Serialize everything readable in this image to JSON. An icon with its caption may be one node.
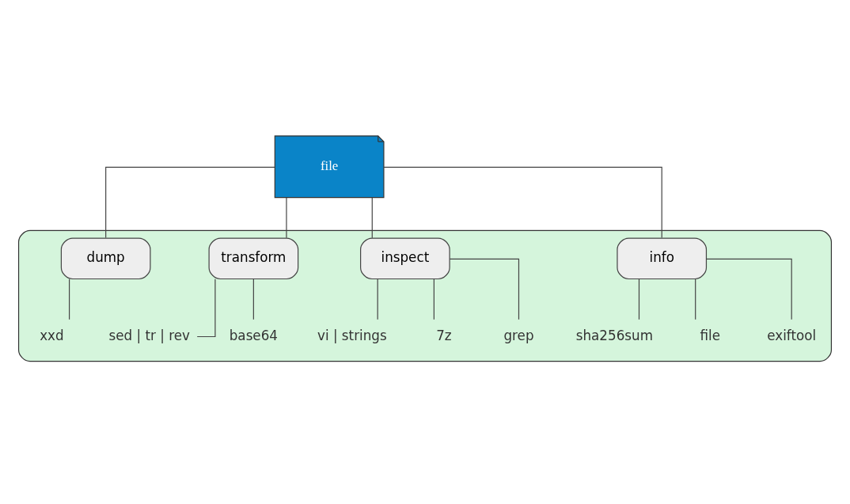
{
  "diagram": {
    "nodes": [
      {
        "text": [
          "file"
        ]
      },
      {
        "text": [],
        "shape": "box"
      },
      {
        "text": [
          "info"
        ],
        "in": 1
      },
      {
        "text": [
          "inspect"
        ],
        "in": 1
      },
      {
        "text": [
          "transform"
        ],
        "in": 1
      },
      {
        "text": [
          "dump"
        ],
        "in": 1
      },
      {
        "text": [
          "sha256sum"
        ],
        "in": 1
      },
      {
        "text": [
          "file"
        ],
        "in": 1
      },
      {
        "text": [
          "exiftool"
        ],
        "in": 1
      },
      {
        "text": [
          "vi | strings"
        ],
        "in": 1
      },
      {
        "text": [
          "7z"
        ],
        "in": 1
      },
      {
        "text": [
          "grep"
        ],
        "in": 1
      },
      {
        "text": [
          "sed | tr | rev"
        ],
        "in": 1
      },
      {
        "text": [
          "base64"
        ],
        "in": 1
      },
      {
        "text": [
          "xxd"
        ],
        "in": 1
      }
    ],
    "edges": [
      {
        "from": 0,
        "to": 2,
        "arrow": "none"
      },
      {
        "from": 0,
        "to": 3,
        "arrow": "none"
      },
      {
        "from": 0,
        "to": 4,
        "arrow": "none"
      },
      {
        "from": 0,
        "to": 5,
        "arrow": "none"
      },
      {
        "from": 2,
        "to": 6,
        "arrow": "none"
      },
      {
        "from": 2,
        "to": 7,
        "arrow": "none"
      },
      {
        "from": 2,
        "to": 8,
        "arrow": "none"
      },
      {
        "from": 3,
        "to": 9,
        "arrow": "none"
      },
      {
        "from": 3,
        "to": 10,
        "arrow": "none"
      },
      {
        "from": 3,
        "to": 11,
        "arrow": "none"
      },
      {
        "from": 4,
        "to": 12,
        "arrow": "none"
      },
      {
        "from": 4,
        "to": 13,
        "arrow": "none"
      },
      {
        "from": 5,
        "to": 14,
        "arrow": "none"
      }
    ]
  }
}
